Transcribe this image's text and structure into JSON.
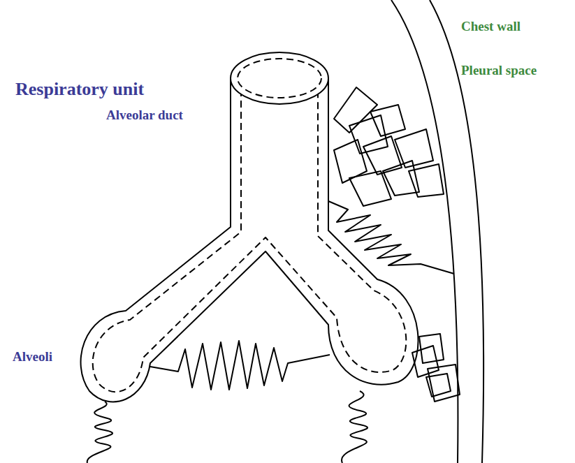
{
  "diagram": {
    "labels": [
      "Respiratory unit",
      "Alveolar duct",
      "Alveoli",
      "Chest wall",
      "Pleural space"
    ]
  }
}
